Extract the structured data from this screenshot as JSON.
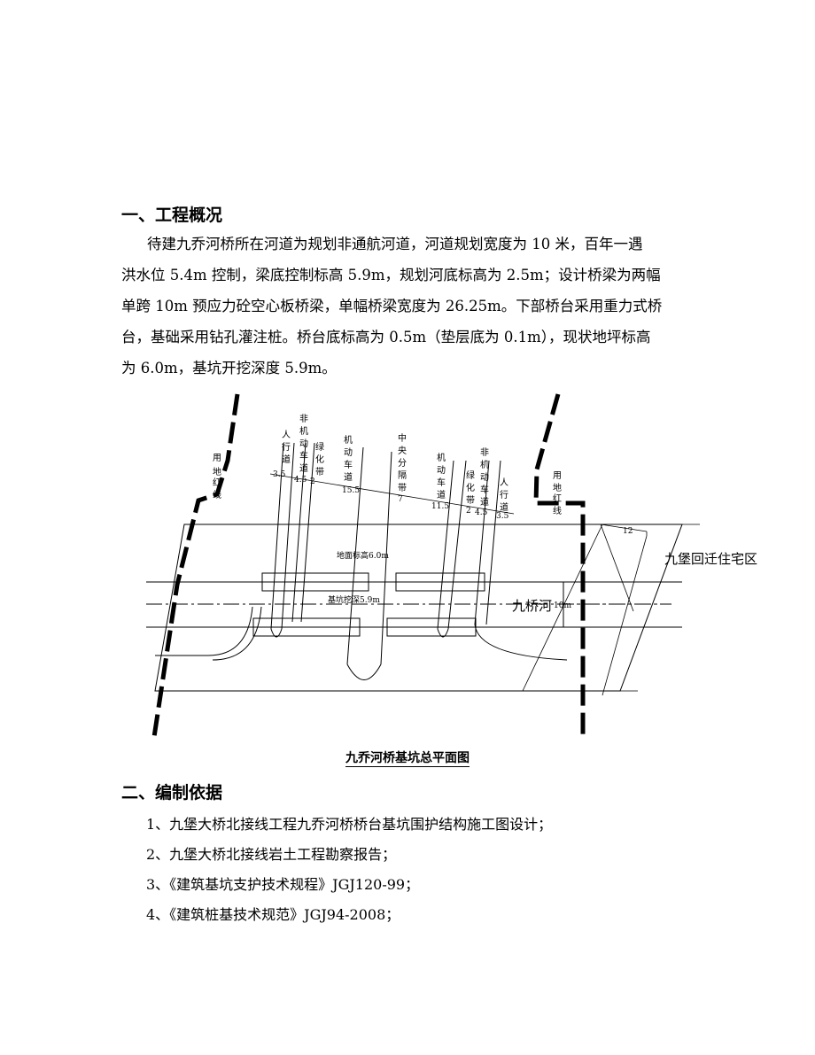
{
  "section1": {
    "title": "一、工程概况",
    "paragraph_lines": [
      "待建九乔河桥所在河道为规划非通航河道，河道规划宽度为 10 米，百年一遇",
      "洪水位 5.4m 控制，梁底控制标高 5.9m，规划河底标高为 2.5m；设计桥梁为两幅",
      "单跨 10m 预应力砼空心板桥梁，单幅桥梁宽度为 26.25m。下部桥台采用重力式桥",
      "台，基础采用钻孔灌注桩。桥台底标高为 0.5m（垫层底为 0.1m），现状地坪标高",
      "为 6.0m，基坑开挖深度 5.9m。"
    ]
  },
  "diagram": {
    "left_boundary_label": "用地红线",
    "right_boundary_label": "用地红线",
    "lanes": [
      {
        "name": "人行道",
        "width": "3.5"
      },
      {
        "name": "非机动车道",
        "width": "4.5"
      },
      {
        "name": "绿化带",
        "width": "2"
      },
      {
        "name": "机动车道",
        "width": "15.5"
      },
      {
        "name": "中央分隔带",
        "width": "7"
      },
      {
        "name": "机动车道",
        "width": "11.5"
      },
      {
        "name": "绿化带",
        "width": "2"
      },
      {
        "name": "非机动车道",
        "width": "4.5"
      },
      {
        "name": "人行道",
        "width": "3.5"
      }
    ],
    "ground_elevation": "地面标高6.0m",
    "excavation_depth": "基坑挖深5.9m",
    "river_label": "九桥河",
    "river_width": "10m",
    "setback": "12",
    "residential_area": "九堡回迁住宅区",
    "caption": "九乔河桥基坑总平面图"
  },
  "section2": {
    "title": "二、编制依据",
    "items": [
      "1、九堡大桥北接线工程九乔河桥桥台基坑围护结构施工图设计；",
      "2、九堡大桥北接线岩土工程勘察报告；",
      "3、《建筑基坑支护技术规程》JGJ120-99；",
      "4、《建筑桩基技术规范》JGJ94-2008；"
    ]
  },
  "colors": {
    "ink": "#000000",
    "paper": "#ffffff"
  }
}
